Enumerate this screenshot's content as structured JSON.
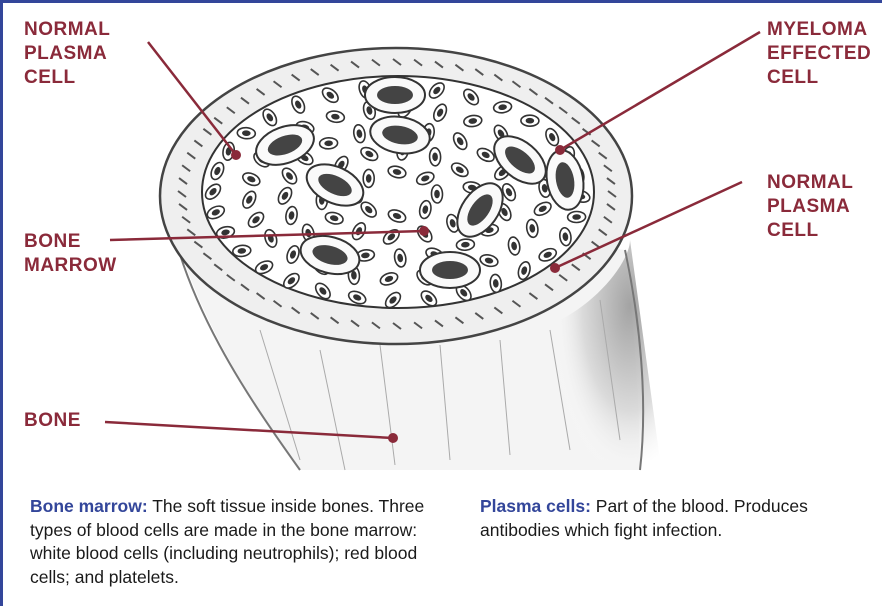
{
  "colors": {
    "callout": "#8a2a3a",
    "term": "#33469a",
    "frame": "#33469a",
    "ink": "#555555"
  },
  "labels": {
    "normal_plasma_left": "NORMAL\nPLASMA\nCELL",
    "myeloma": "MYELOMA\nEFFECTED\nCELL",
    "normal_plasma_right": "NORMAL\nPLASMA\nCELL",
    "bone_marrow": "BONE\nMARROW",
    "bone": "BONE"
  },
  "descriptions": {
    "marrow": {
      "term": "Bone marrow:",
      "text": " The soft tissue inside bones. Three types of blood cells are made in the bone marrow: white blood cells (including neutrophils); red blood cells; and platelets."
    },
    "plasma": {
      "term": "Plasma cells:",
      "text": " Part of the blood. Produces antibodies which fight infection."
    }
  }
}
